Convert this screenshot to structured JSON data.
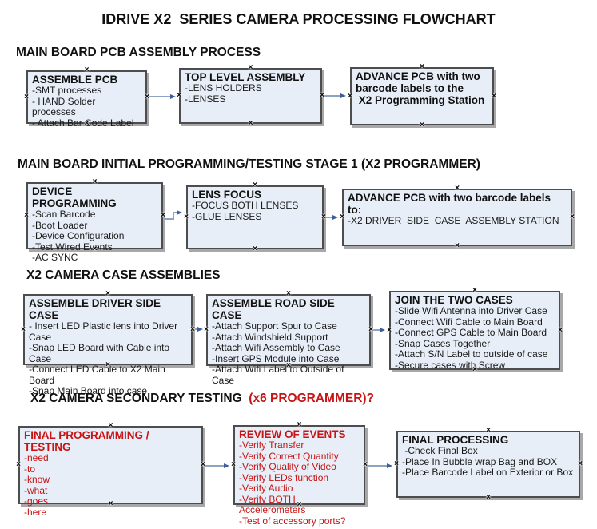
{
  "title": "IDRIVE X2  SERIES CAMERA PROCESSING FLOWCHART",
  "decorations": {
    "connection_marker": "×"
  },
  "colors": {
    "box_fill": "#e8eef7",
    "box_border": "#4d4d4d",
    "box_shadow": "#a8a8a8",
    "arrow_line": "#8ca3c4",
    "arrow_head": "#3c5c9c",
    "red_text": "#c81414",
    "black_text": "#111111"
  },
  "sections": [
    {
      "header": "MAIN BOARD PCB ASSEMBLY PROCESS",
      "boxes": [
        {
          "title": "ASSEMBLE PCB",
          "items": [
            "-SMT processes",
            "- HAND Solder processes",
            "- Attach Bar Code Label"
          ]
        },
        {
          "title": "TOP LEVEL ASSEMBLY",
          "items": [
            "-LENS HOLDERS",
            "-LENSES"
          ]
        },
        {
          "title": "ADVANCE PCB with two\nbarcode labels to the\n X2 Programming Station",
          "items": []
        }
      ]
    },
    {
      "header": "MAIN BOARD INITIAL PROGRAMMING/TESTING STAGE 1 (X2 PROGRAMMER)",
      "boxes": [
        {
          "title": "DEVICE PROGRAMMING",
          "items": [
            "-Scan Barcode",
            "-Boot Loader",
            "-Device Configuration",
            "-Test Wired Events",
            "-AC SYNC"
          ]
        },
        {
          "title": "LENS FOCUS",
          "items": [
            "-FOCUS BOTH LENSES",
            "-GLUE LENSES"
          ]
        },
        {
          "title": "ADVANCE PCB with two barcode labels to:",
          "items": [
            "-X2 DRIVER  SIDE  CASE  ASSEMBLY STATION"
          ]
        }
      ]
    },
    {
      "header": "X2 CAMERA CASE ASSEMBLIES",
      "boxes": [
        {
          "title": "ASSEMBLE DRIVER SIDE CASE",
          "items": [
            "- Insert LED Plastic lens into Driver Case",
            "-Snap LED Board with Cable into Case",
            "-Connect LED Cable to X2 Main Board",
            "-Snap Main Board into case"
          ]
        },
        {
          "title": "ASSEMBLE ROAD SIDE CASE",
          "items": [
            "-Attach Support Spur to Case",
            "-Attach Windshield Support",
            "-Attach Wifi Assembly to Case",
            "-Insert GPS Module into Case",
            "-Attach Wifi Label to Outside of Case"
          ]
        },
        {
          "title": "JOIN THE TWO CASES",
          "items": [
            "-Slide Wifi Antenna into Driver Case",
            "-Connect Wifi Cable to Main Board",
            "-Connect GPS Cable to Main Board",
            "-Snap Cases Together",
            "-Attach S/N Label to outside of case",
            "-Secure cases with Screw"
          ]
        }
      ]
    },
    {
      "header": "X2 CAMERA SECONDARY TESTING ",
      "header_suffix": " (x6 PROGRAMMER)?",
      "boxes": [
        {
          "title": "FINAL PROGRAMMING / TESTING",
          "items": [
            "-need",
            "-to",
            "-know",
            "-what",
            "-goes",
            "-here"
          ]
        },
        {
          "title": "REVIEW OF EVENTS",
          "items": [
            "-Verify Transfer",
            "-Verify Correct Quantity",
            "-Verify Quality of Video",
            "-Verify LEDs function",
            "-Verify Audio",
            "-Verify BOTH Accelerometers",
            "-Test of accessory ports?"
          ]
        },
        {
          "title": "FINAL PROCESSING",
          "items": [
            " -Check Final Box",
            "-Place In Bubble wrap Bag and BOX",
            "-Place Barcode Label on Exterior or Box"
          ]
        }
      ]
    }
  ]
}
